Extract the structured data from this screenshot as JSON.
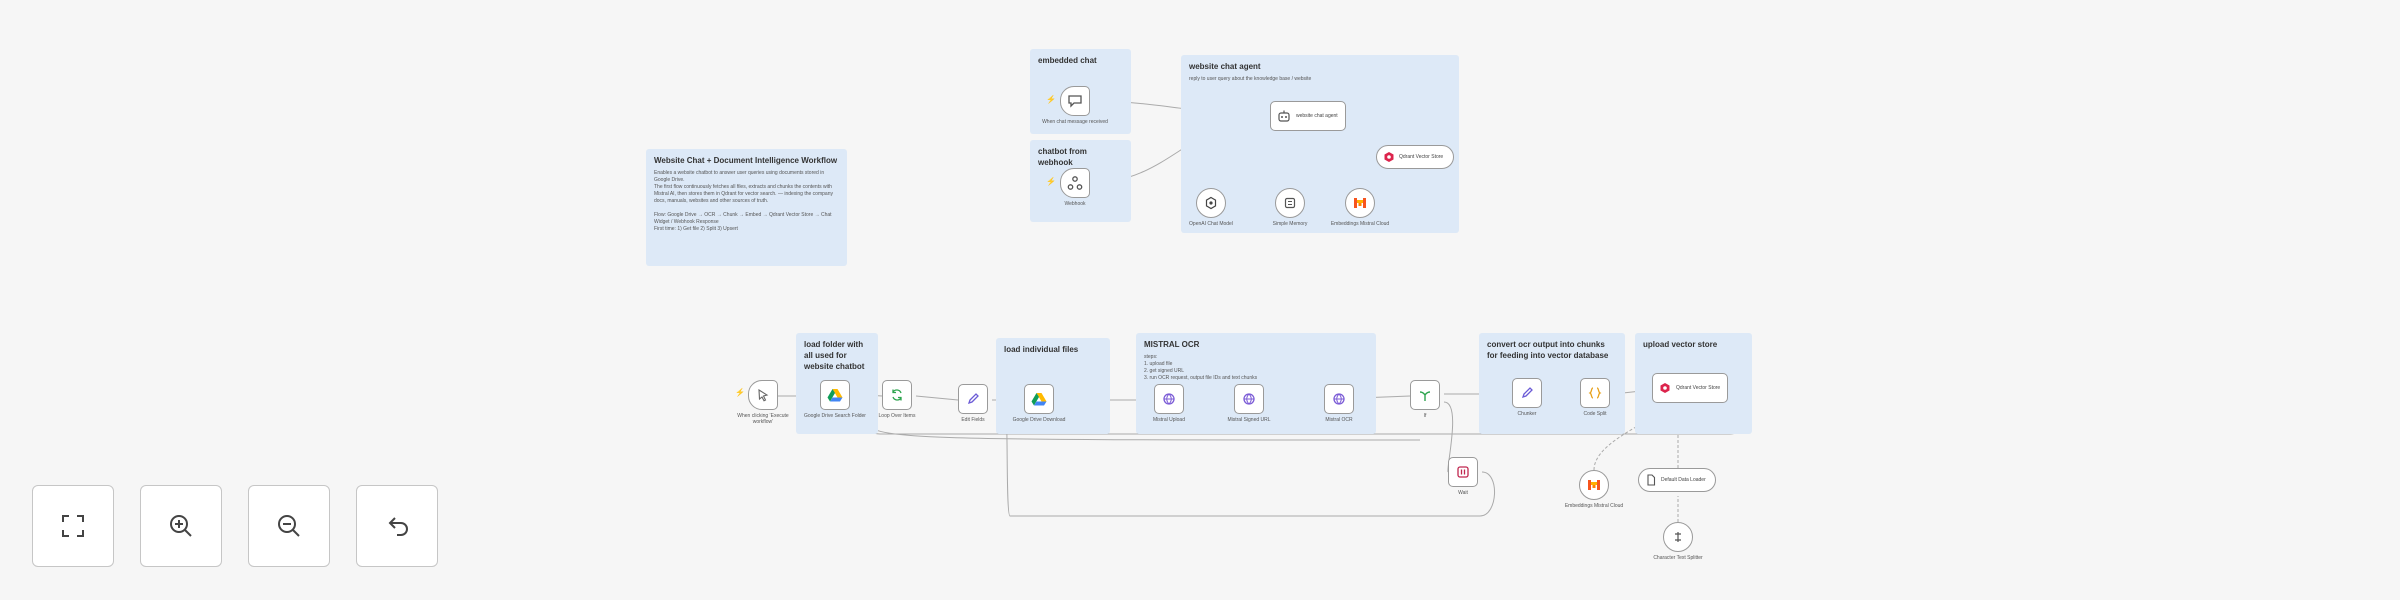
{
  "stickies": {
    "embedded_chat": {
      "title": "embedded chat"
    },
    "chatbot_webhook": {
      "title": "chatbot from webhook"
    },
    "chat_agent": {
      "title": "website chat agent",
      "desc": "reply to user query about the knowledge base / website"
    },
    "workflow": {
      "title": "Website Chat + Document Intelligence Workflow",
      "desc": "Enables a website chatbot to answer user queries using documents stored in Google Drive.\nThe first flow continuously fetches all files, extracts and chunks the contents with Mistral AI, then stores them in Qdrant for vector search. — indexing the company docs, manuals, websites and other sources of truth.\n\nFlow: Google Drive → OCR → Chunk → Embed → Qdrant Vector Store → Chat Widget / Webhook Response\nFirst time: 1) Get file  2) Split  3) Upsert"
    },
    "load_folder": {
      "title": "load folder with all used for website chatbot"
    },
    "load_files": {
      "title": "load individual files"
    },
    "mistral": {
      "title": "MISTRAL OCR",
      "desc": "steps:\n1. upload file\n2. get signed URL\n3. run OCR request, output file IDs and text chunks"
    },
    "convert": {
      "title": "convert ocr output into chunks for feeding into vector database"
    },
    "upload": {
      "title": "upload vector store"
    }
  },
  "nodes": {
    "chat_trigger": {
      "label": "When chat message received",
      "icon": "chat-bubble-icon"
    },
    "webhook": {
      "label": "Webhook",
      "icon": "webhook-icon"
    },
    "agent": {
      "label": "website chat agent",
      "icon": "robot-icon"
    },
    "qdrant_tool": {
      "label": "Qdrant Vector Store",
      "icon": "qdrant-icon"
    },
    "openai_model": {
      "label": "OpenAI Chat Model",
      "icon": "openai-icon"
    },
    "memory": {
      "label": "Simple Memory",
      "icon": "memory-icon"
    },
    "embeddings_top": {
      "label": "Embeddings Mistral Cloud",
      "icon": "mistral-icon"
    },
    "manual_trigger": {
      "label": "When clicking ‘Execute workflow’",
      "icon": "cursor-icon"
    },
    "gdrive_search": {
      "label": "Google Drive Search Folder",
      "icon": "google-drive-icon"
    },
    "loop": {
      "label": "Loop Over Items",
      "icon": "loop-icon"
    },
    "set_fields": {
      "label": "Edit Fields",
      "icon": "pencil-icon"
    },
    "gdrive_download": {
      "label": "Google Drive Download",
      "icon": "google-drive-icon"
    },
    "mistral_upload": {
      "label": "Mistral Upload",
      "icon": "mistral-api-icon"
    },
    "mistral_signed": {
      "label": "Mistral Signed URL",
      "icon": "mistral-api-icon"
    },
    "mistral_ocr": {
      "label": "Mistral OCR",
      "icon": "mistral-api-icon"
    },
    "if_node": {
      "label": "If",
      "icon": "if-icon"
    },
    "wait": {
      "label": "Wait",
      "icon": "wait-icon"
    },
    "chunker": {
      "label": "Chunker",
      "icon": "pencil-icon"
    },
    "code_split": {
      "label": "Code Split",
      "icon": "code-icon"
    },
    "qdrant_insert": {
      "label": "Qdrant Vector Store",
      "icon": "qdrant-icon"
    },
    "embeddings_bottom": {
      "label": "Embeddings Mistral Cloud",
      "icon": "mistral-icon"
    },
    "data_loader": {
      "label": "Default Data Loader",
      "icon": "document-icon"
    },
    "text_splitter": {
      "label": "Character Text Splitter",
      "icon": "splitter-icon"
    }
  },
  "controls": {
    "fit": "fit-view-icon",
    "zoom_in": "zoom-in-icon",
    "zoom_out": "zoom-out-icon",
    "reset": "undo-icon"
  },
  "colors": {
    "canvas": "#f6f6f6",
    "sticky": "#dde9f7",
    "trigger_accent": "#ff6d5a",
    "qdrant": "#dc244c",
    "google_blue": "#4285f4",
    "mistral": "#f7541d",
    "mistral_api": "#7b5bd6"
  }
}
